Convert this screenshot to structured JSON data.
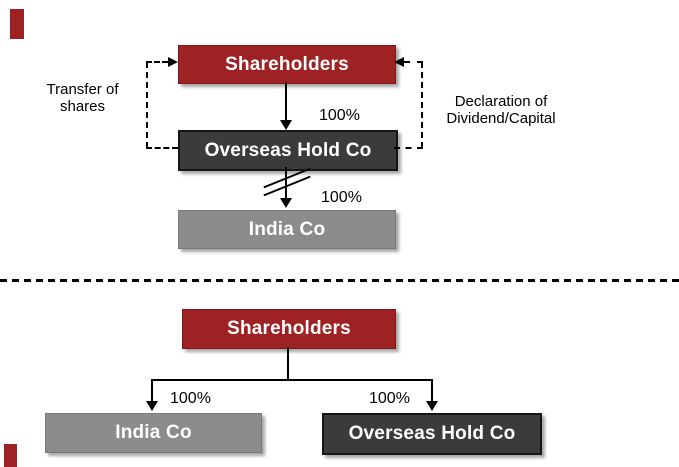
{
  "colors": {
    "accent_red": "#9E2123",
    "dark_gray": "#3B3B3B",
    "mid_gray": "#8C8C8C",
    "line_black": "#000000"
  },
  "top_diagram": {
    "shareholders": "Shareholders",
    "overseas_hold_co": "Overseas Hold Co",
    "india_co": "India Co",
    "ownership_shareholders_overseas": "100%",
    "ownership_overseas_india": "100%",
    "left_annotation": "Transfer of\nshares",
    "right_annotation": "Declaration of\nDividend/Capital"
  },
  "bottom_diagram": {
    "shareholders": "Shareholders",
    "india_co": "India Co",
    "overseas_hold_co": "Overseas Hold Co",
    "ownership_shareholders_india": "100%",
    "ownership_shareholders_overseas": "100%"
  }
}
